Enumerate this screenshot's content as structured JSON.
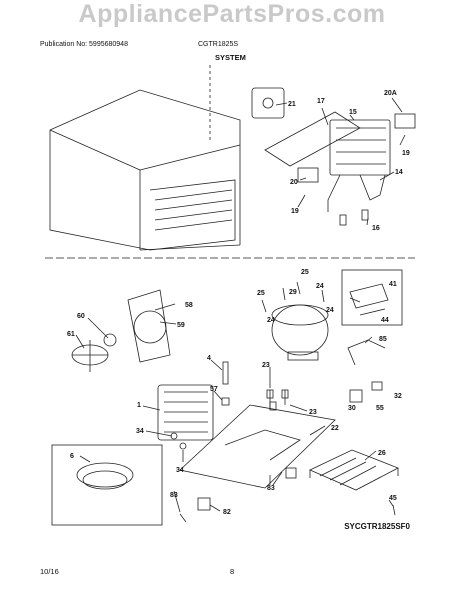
{
  "watermark": "AppliancePartsPros.com",
  "header": {
    "publication": "Publication No: 5995680948",
    "model": "CGTR1825S",
    "section_title": "SYSTEM"
  },
  "callouts": {
    "c21": "21",
    "c17": "17",
    "c15": "15",
    "c20a": "20A",
    "c19a": "19",
    "c14": "14",
    "c20": "20",
    "c19b": "19",
    "c16": "16",
    "c25a": "25",
    "c25b": "25",
    "c29": "29",
    "c24a": "24",
    "c24b": "24",
    "c24c": "24",
    "c41": "41",
    "c44": "44",
    "c58": "58",
    "c59": "59",
    "c60": "60",
    "c61": "61",
    "c85": "85",
    "c4": "4",
    "c23a": "23",
    "c23b": "23",
    "c57": "57",
    "c1": "1",
    "c30": "30",
    "c55": "55",
    "c32": "32",
    "c22": "22",
    "c34a": "34",
    "c34b": "34",
    "c26": "26",
    "c6": "6",
    "c83a": "83",
    "c83b": "83",
    "c82": "82",
    "c45": "45"
  },
  "diagram_id": "SYCGTR1825SF0",
  "footer": {
    "date": "10/16",
    "page": "8"
  }
}
